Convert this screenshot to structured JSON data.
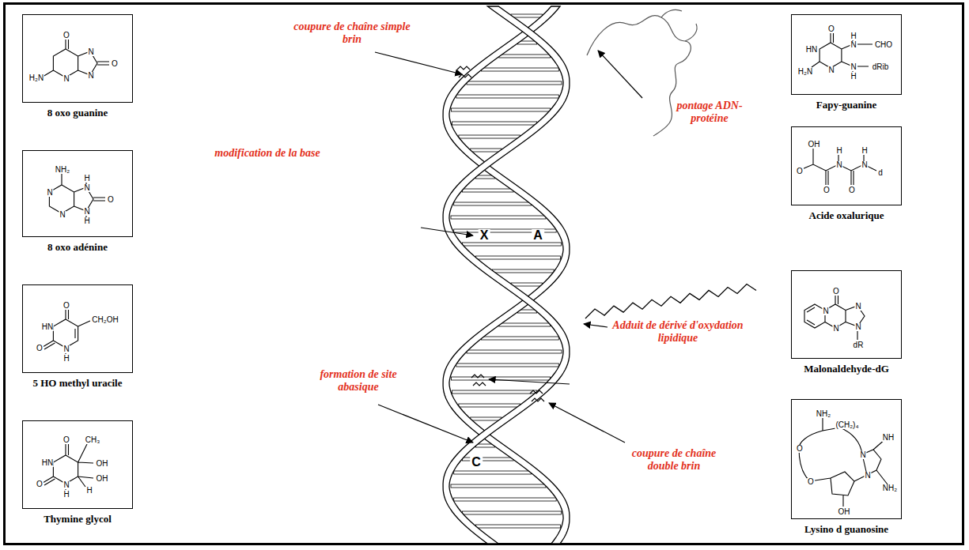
{
  "diagram": {
    "nodes": [
      {
        "text": [
          "8 oxo guanine",
          "O",
          "N",
          "O",
          "H₂N",
          "N",
          "N"
        ]
      },
      {
        "text": [
          "8 oxo adénine",
          "NH₂",
          "N",
          "N",
          "H",
          "N",
          "N",
          "H",
          "O"
        ]
      },
      {
        "text": [
          "5 HO methyl uracile",
          "O",
          "HN",
          "CH₂OH",
          "O",
          "N",
          "H"
        ]
      },
      {
        "text": [
          "Thymine glycol",
          "O",
          "CH₃",
          "HN",
          "OH",
          "OH",
          "O",
          "N",
          "H",
          "H"
        ]
      },
      {
        "text": [
          "Fapy-guanine",
          "O",
          "H",
          "N",
          "CHO",
          "HN",
          "H₂N",
          "N",
          "N",
          "dRib",
          "H"
        ]
      },
      {
        "text": [
          "Acide oxalurique",
          "OH",
          "H",
          "H",
          "O",
          "N",
          "N",
          "d",
          "O",
          "O"
        ]
      },
      {
        "text": [
          "Malonaldehyde-dG",
          "O",
          "N",
          "N",
          "N",
          "N",
          "dR"
        ]
      },
      {
        "text": [
          "Lysino d guanosine",
          "NH₂",
          "(CH₂)₄",
          "O",
          "O",
          "N",
          "N",
          "NH",
          "NH₂",
          "OH"
        ]
      }
    ],
    "labels": [
      "coupure de chaîne simple brin",
      "pontage ADN-protéine",
      "modification de la base",
      "Adduit de dérivé d'oxydation lipidique",
      "formation de site abasique",
      "coupure de chaîne double brin",
      "X",
      "A",
      "C"
    ]
  }
}
